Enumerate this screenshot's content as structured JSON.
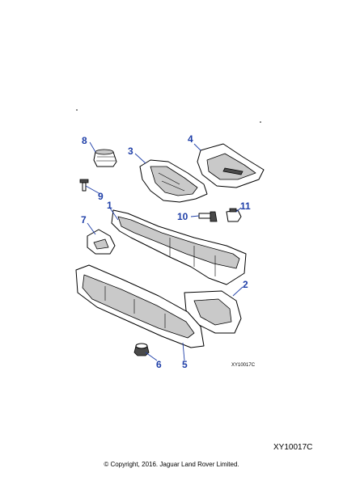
{
  "callouts": {
    "c1": "1",
    "c2": "2",
    "c3": "3",
    "c4": "4",
    "c5": "5",
    "c6": "6",
    "c7": "7",
    "c8": "8",
    "c9": "9",
    "c10": "10",
    "c11": "11"
  },
  "drawing_code": "XY10017C",
  "figure_code": "XY10017C",
  "copyright": "© Copyright, 2016. Jaguar Land Rover Limited.",
  "colors": {
    "callout": "#1f3fa8",
    "line": "#000000",
    "shade": "#c9c9c9"
  }
}
